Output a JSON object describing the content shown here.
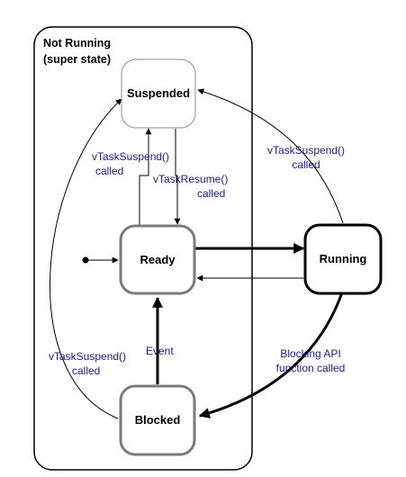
{
  "super_state": {
    "title": "Not Running",
    "subtitle": "(super state)"
  },
  "states": {
    "suspended": "Suspended",
    "ready": "Ready",
    "running": "Running",
    "blocked": "Blocked"
  },
  "transitions": {
    "running_to_suspended": {
      "line1": "vTaskSuspend()",
      "line2": "called"
    },
    "ready_to_suspended": {
      "line1": "vTaskSuspend()",
      "line2": "called"
    },
    "suspended_to_ready": {
      "line1": "vTaskResume()",
      "line2": "called"
    },
    "blocked_to_suspended": {
      "line1": "vTaskSuspend()",
      "line2": "called"
    },
    "blocked_to_ready": {
      "line1": "Event"
    },
    "running_to_blocked": {
      "line1": "Blocking API",
      "line2": "function called"
    }
  },
  "colors": {
    "label_text": "#1c1c8c",
    "state_fill": "#ffffff",
    "suspended_border": "#a0a0a0",
    "ready_border": "#7a7a7a",
    "running_border": "#000000",
    "blocked_border": "#7a7a7a",
    "arrow": "#000000"
  }
}
